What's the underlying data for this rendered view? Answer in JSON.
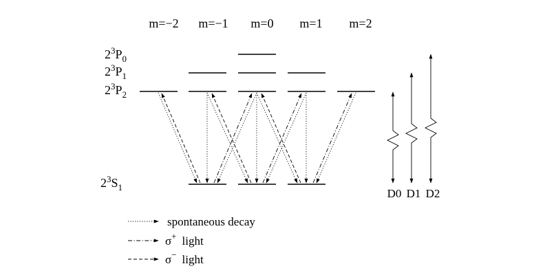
{
  "m_labels": [
    "m=−2",
    "m=−1",
    "m=0",
    "m=1",
    "m=2"
  ],
  "levels": {
    "P0": {
      "term": "P",
      "sub": "0"
    },
    "P1": {
      "term": "P",
      "sub": "1"
    },
    "P2": {
      "term": "P",
      "sub": "2"
    },
    "S1": {
      "term": "S",
      "sub": "1"
    }
  },
  "level_prefix": "2",
  "level_sup": "3",
  "detunings": [
    "D0",
    "D1",
    "D2"
  ],
  "legend": {
    "spontaneous": "spontaneous decay",
    "sigma_plus_symbol": "σ",
    "sigma_plus_sup": "+",
    "sigma_minus_symbol": "σ",
    "sigma_minus_sup": "−",
    "light": "light"
  }
}
